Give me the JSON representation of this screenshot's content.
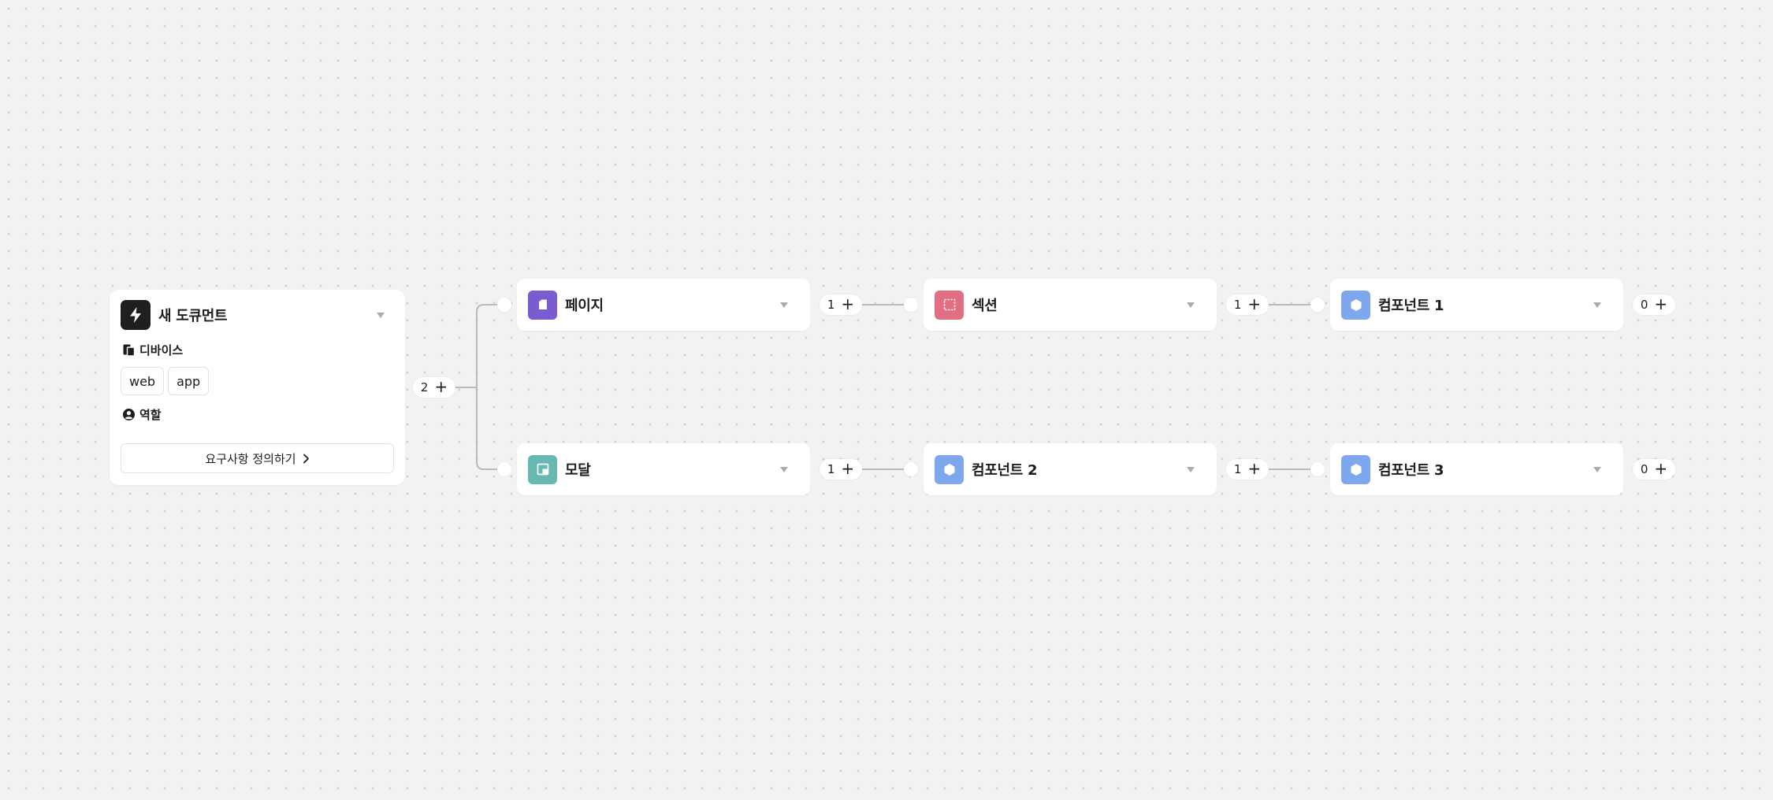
{
  "root": {
    "title": "새 도큐먼트",
    "device_label": "디바이스",
    "devices": [
      "web",
      "app"
    ],
    "role_label": "역할",
    "define_button": "요구사항 정의하기",
    "child_count": "2",
    "icon": "lightning-icon"
  },
  "rows": [
    {
      "nodes": [
        {
          "title": "페이지",
          "icon": "page-icon",
          "color": "#7a5bd0",
          "count": "1"
        },
        {
          "title": "섹션",
          "icon": "section-icon",
          "color": "#e26e84",
          "count": "1"
        },
        {
          "title": "컴포넌트 1",
          "icon": "component-icon",
          "color": "#7ea7ee",
          "count": "0"
        }
      ]
    },
    {
      "nodes": [
        {
          "title": "모달",
          "icon": "modal-icon",
          "color": "#67b8b1",
          "count": "1"
        },
        {
          "title": "컴포넌트 2",
          "icon": "component-icon",
          "color": "#7ea7ee",
          "count": "1"
        },
        {
          "title": "컴포넌트 3",
          "icon": "component-icon",
          "color": "#7ea7ee",
          "count": "0"
        }
      ]
    }
  ],
  "plus_symbol": "+",
  "colors": {
    "background": "#f2f2f3",
    "wire": "#b9babe",
    "doc_icon_bg": "#1f1f21"
  }
}
